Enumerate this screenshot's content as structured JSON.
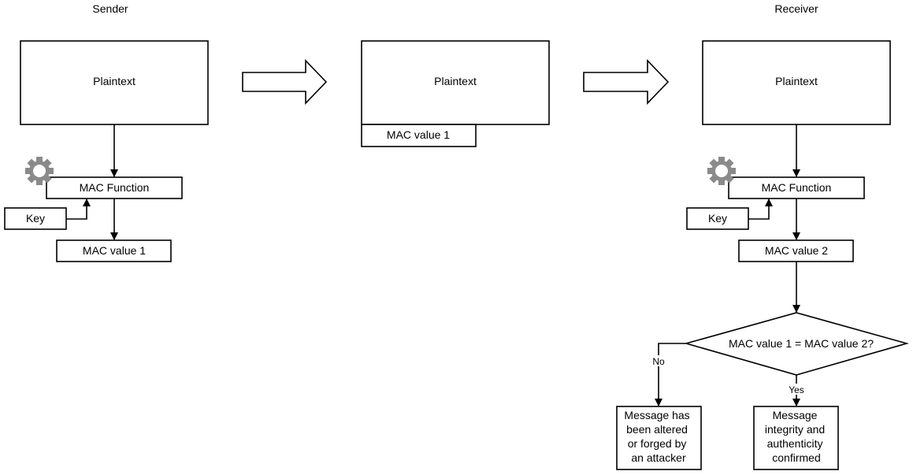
{
  "sender": {
    "title": "Sender",
    "plaintext": "Plaintext",
    "mac_function": "MAC Function",
    "key": "Key",
    "mac_value": "MAC value 1",
    "icon": "gear-icon"
  },
  "transit": {
    "plaintext": "Plaintext",
    "mac_value": "MAC value 1"
  },
  "receiver": {
    "title": "Receiver",
    "plaintext": "Plaintext",
    "mac_function": "MAC Function",
    "key": "Key",
    "mac_value": "MAC value 2",
    "icon": "gear-icon",
    "decision": "MAC value 1 = MAC value 2?",
    "no_label": "No",
    "yes_label": "Yes",
    "no_result": [
      "Message has",
      "been altered",
      "or forged by",
      "an attacker"
    ],
    "yes_result": [
      "Message",
      "integrity and",
      "authenticity",
      "confirmed"
    ]
  }
}
